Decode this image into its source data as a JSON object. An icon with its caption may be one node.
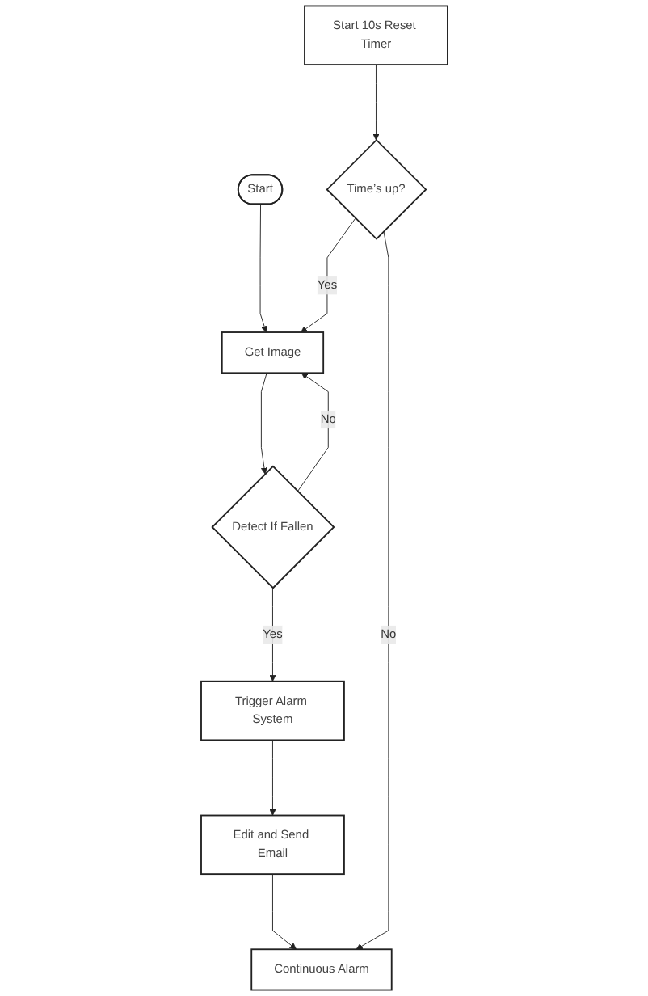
{
  "diagram": {
    "nodes": [
      {
        "text": [
          "Start"
        ]
      },
      {
        "text": [
          "Get Image"
        ]
      },
      {
        "text": [
          "Detect If Fallen"
        ]
      },
      {
        "text": [
          "Start 10s Reset Timer"
        ]
      },
      {
        "text": [
          "Time’s up?"
        ]
      },
      {
        "text": [
          "Trigger Alarm System"
        ]
      },
      {
        "text": [
          "Continuous Alarm"
        ]
      },
      {
        "text": [
          "Edit and Send Email"
        ]
      }
    ],
    "edges": [
      {
        "from": 0,
        "to": 1,
        "arrow": "to"
      },
      {
        "from": 1,
        "to": 2,
        "arrow": "to"
      },
      {
        "from": 2,
        "to": 1,
        "label": "No",
        "arrow": "to"
      },
      {
        "from": 2,
        "to": 5,
        "label": "Yes",
        "arrow": "to"
      },
      {
        "from": 4,
        "to": 1,
        "label": "Yes",
        "arrow": "to"
      },
      {
        "from": 3,
        "to": 4,
        "arrow": "to"
      },
      {
        "from": 4,
        "to": 6,
        "label": "No",
        "arrow": "to"
      },
      {
        "from": 5,
        "to": 7,
        "arrow": "to"
      },
      {
        "from": 7,
        "to": 6,
        "arrow": "to"
      }
    ]
  }
}
